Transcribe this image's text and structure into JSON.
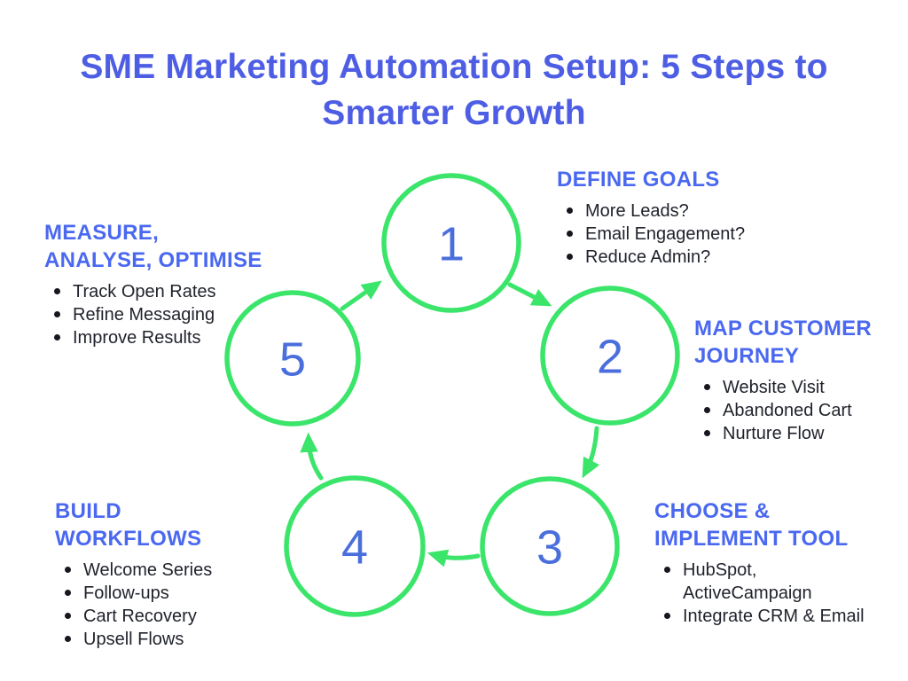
{
  "title": "SME Marketing Automation Setup: 5 Steps to\nSmarter Growth",
  "colors": {
    "title_blue": "#4e5ee4",
    "heading_blue": "#4a68f0",
    "number_blue": "#4a6fdc",
    "cycle_green": "#3ae56a",
    "body_text": "#1f222b"
  },
  "steps": [
    {
      "number": "1",
      "heading": "DEFINE GOALS",
      "bullets": [
        "More Leads?",
        "Email Engagement?",
        "Reduce Admin?"
      ]
    },
    {
      "number": "2",
      "heading": "MAP CUSTOMER\nJOURNEY",
      "bullets": [
        "Website Visit",
        "Abandoned Cart",
        "Nurture Flow"
      ]
    },
    {
      "number": "3",
      "heading": "CHOOSE &\nIMPLEMENT TOOL",
      "bullets": [
        "HubSpot,\nActiveCampaign",
        "Integrate CRM & Email"
      ]
    },
    {
      "number": "4",
      "heading": "BUILD\nWORKFLOWS",
      "bullets": [
        "Welcome Series",
        "Follow-ups",
        "Cart Recovery",
        "Upsell Flows"
      ]
    },
    {
      "number": "5",
      "heading": "MEASURE,\nANALYSE, OPTIMISE",
      "bullets": [
        "Track Open Rates",
        "Refine Messaging",
        "Improve Results"
      ]
    }
  ]
}
